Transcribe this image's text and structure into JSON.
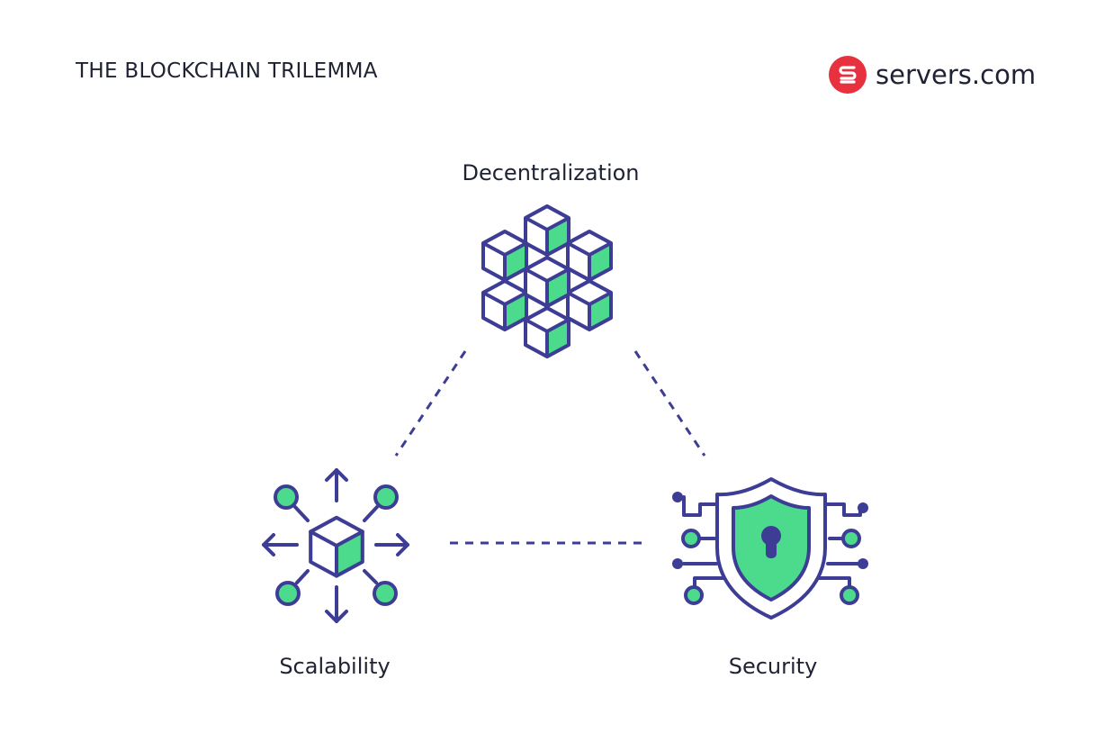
{
  "header": {
    "title": "THE BLOCKCHAIN TRILEMMA",
    "brand": {
      "name": "servers.com",
      "logo_icon": "servers-logo-icon",
      "logo_color": "#e8313e"
    }
  },
  "nodes": [
    {
      "id": "decentralization",
      "label": "Decentralization",
      "icon": "cubes-cluster-icon"
    },
    {
      "id": "scalability",
      "label": "Scalability",
      "icon": "cube-arrows-icon"
    },
    {
      "id": "security",
      "label": "Security",
      "icon": "shield-keyhole-icon"
    }
  ],
  "colors": {
    "stroke": "#3d3d96",
    "accent": "#4cdb8c",
    "text": "#1e2233"
  }
}
